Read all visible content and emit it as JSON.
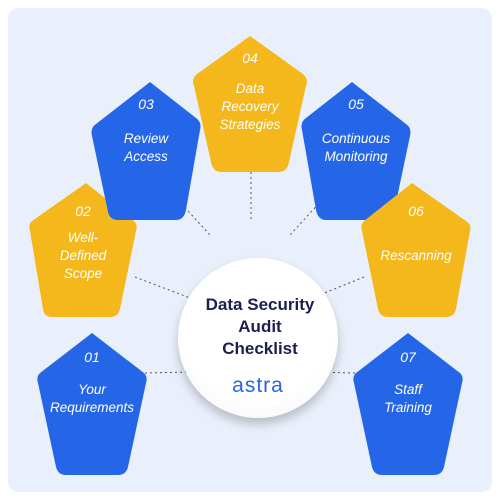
{
  "center": {
    "title_lines": [
      "Data Security",
      "Audit",
      "Checklist"
    ],
    "brand": "astra"
  },
  "colors": {
    "blue": "#2566e8",
    "yellow": "#f4b81c",
    "background": "#eaf0fb",
    "title_text": "#1b1f4e"
  },
  "steps": [
    {
      "number": "01",
      "label_lines": [
        "Your",
        "Requirements"
      ],
      "color": "blue"
    },
    {
      "number": "02",
      "label_lines": [
        "Well-",
        "Defined",
        "Scope"
      ],
      "color": "yellow"
    },
    {
      "number": "03",
      "label_lines": [
        "Review",
        "Access"
      ],
      "color": "blue"
    },
    {
      "number": "04",
      "label_lines": [
        "Data",
        "Recovery",
        "Strategies"
      ],
      "color": "yellow"
    },
    {
      "number": "05",
      "label_lines": [
        "Continuous",
        "Monitoring"
      ],
      "color": "blue"
    },
    {
      "number": "06",
      "label_lines": [
        "Rescanning"
      ],
      "color": "yellow"
    },
    {
      "number": "07",
      "label_lines": [
        "Staff",
        "Training"
      ],
      "color": "blue"
    }
  ]
}
